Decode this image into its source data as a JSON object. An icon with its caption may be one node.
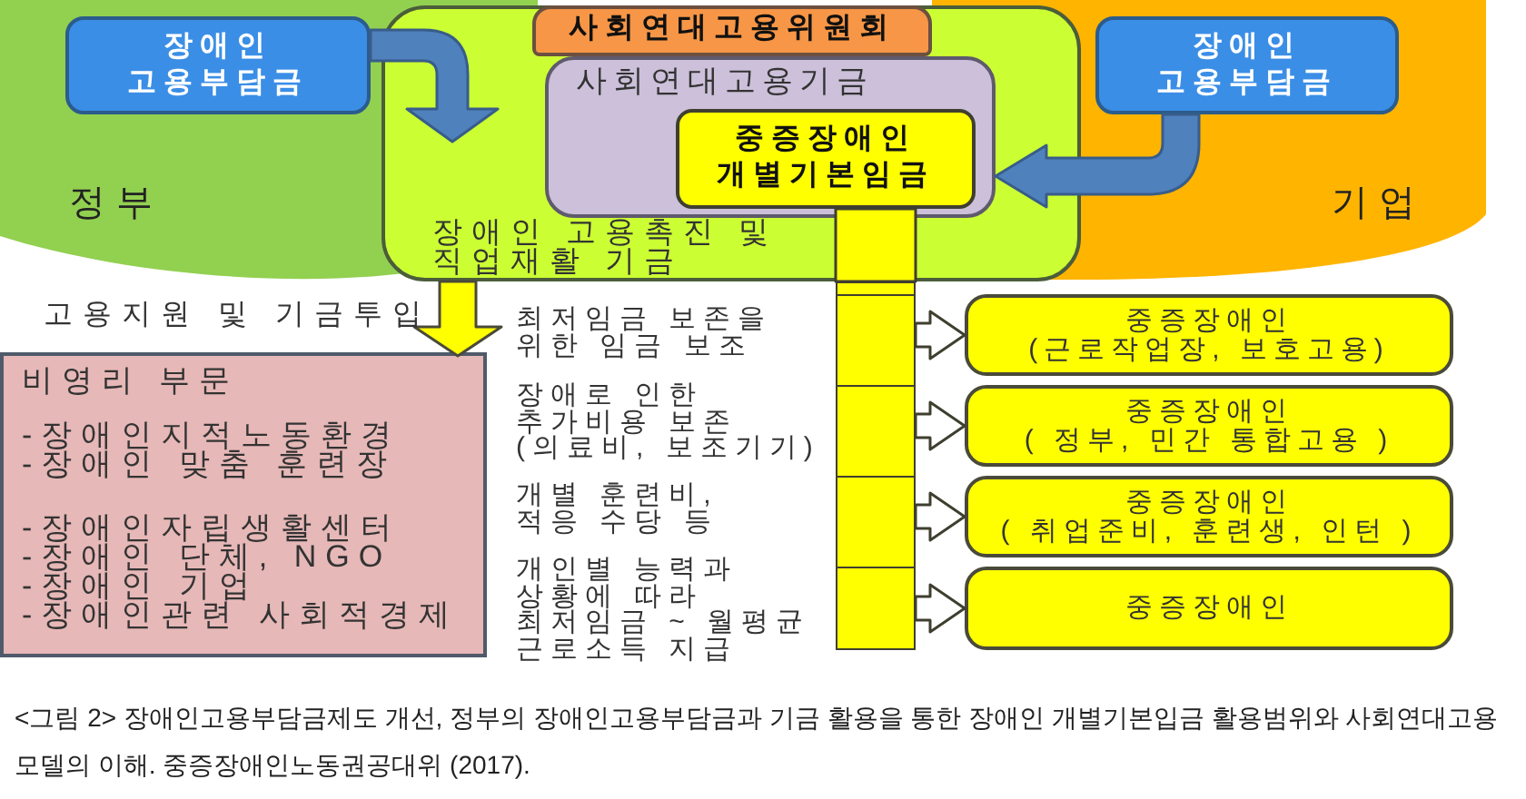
{
  "diagram": {
    "nodes": [
      {
        "text": [
          "정부"
        ]
      },
      {
        "text": [
          "장애인 고용부담금"
        ],
        "in": 0
      },
      {
        "text": [
          "장애인 고용촉진 및 직업재활 기금"
        ]
      },
      {
        "text": [
          "사회연대고용위원회"
        ],
        "in": 2
      },
      {
        "text": [
          "사회연대고용기금"
        ],
        "in": 2
      },
      {
        "text": [
          "중증장애인 개별기본임금"
        ],
        "in": 4
      },
      {
        "text": [
          "기업"
        ]
      },
      {
        "text": [
          "장애인 고용부담금"
        ],
        "in": 6
      },
      {
        "text": [
          "비영리 부문",
          "-장애인지적노동환경",
          "-장애인 맞춤 훈련장",
          "-장애인자립생활센터",
          "-장애인 단체, NGO",
          "-장애인 기업",
          "-장애인관련 사회적경제"
        ]
      },
      {
        "text": [],
        "shape": "bar"
      },
      {
        "text": [
          "중증장애인",
          "(근로작업장, 보호고용)"
        ]
      },
      {
        "text": [
          "중증장애인",
          "( 정부, 민간 통합고용 )"
        ]
      },
      {
        "text": [
          "중증장애인",
          "( 취업준비, 훈련생, 인턴 )"
        ]
      },
      {
        "text": [
          "중증장애인"
        ]
      }
    ],
    "edges": [
      {
        "from": 1,
        "to": 2,
        "arrow": "to",
        "color": "#4f81bd"
      },
      {
        "from": 7,
        "to": 4,
        "arrow": "to",
        "color": "#4f81bd"
      },
      {
        "from": 2,
        "to": 8,
        "arrow": "to",
        "label": "고용지원 및 기금투입"
      },
      {
        "from": 5,
        "to": 9,
        "arrow": "none"
      },
      {
        "from": 9,
        "to": 10,
        "arrow": "to"
      },
      {
        "from": 9,
        "to": 11,
        "arrow": "to"
      },
      {
        "from": 9,
        "to": 12,
        "arrow": "to"
      },
      {
        "from": 9,
        "to": 13,
        "arrow": "to"
      }
    ],
    "labels": [
      "최저임금 보존을 위한 임금 보조",
      "장애로 인한 추가비용 보존 (의료비, 보조기기)",
      "개별 훈련비, 적응 수당 등",
      "개인별 능력과 상황에 따라 최저임금 ~ 월평균 근로소득 지급"
    ],
    "caption": "<그림 2> 장애인고용부담금제도 개선, 정부의 장애인고용부담금과 기금 활용을 통한 장애인 개별기본입금 활용범위와 사회연대고용모델의 이해. 중증장애인노동권공대위 (2017)."
  }
}
